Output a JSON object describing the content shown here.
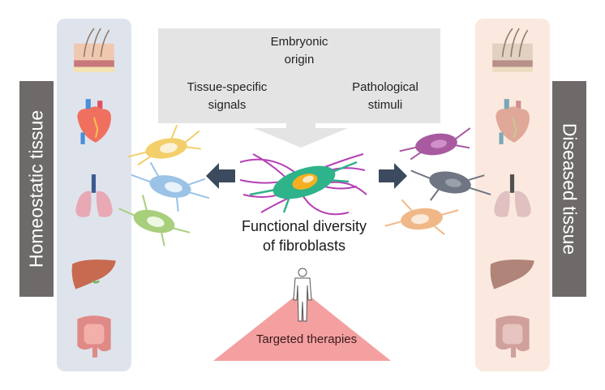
{
  "figure": {
    "influences": {
      "top": [
        "Embryonic",
        "origin"
      ],
      "left": [
        "Tissue-specific",
        "signals"
      ],
      "right": [
        "Pathological",
        "stimuli"
      ]
    },
    "center_caption": [
      "Functional diversity",
      "of fibroblasts"
    ],
    "therapy_label": "Targeted therapies",
    "left_panel": {
      "title": "Homeostatic tissue",
      "organs": [
        "skin",
        "heart",
        "lung",
        "liver",
        "intestine"
      ],
      "fibroblast_colors": [
        "#f2cf6a",
        "#9cc3e6",
        "#a8cf7c"
      ]
    },
    "right_panel": {
      "title": "Diseased tissue",
      "organs": [
        "skin",
        "heart",
        "lung",
        "liver",
        "intestine"
      ],
      "fibroblast_colors": [
        "#a85aa0",
        "#6f7582",
        "#f0b888"
      ]
    },
    "colors": {
      "homeostatic_panel": "#dfe4ec",
      "diseased_panel": "#fbe9df",
      "label_bar": "#6f6a6a",
      "arrow": "#3b4a5e",
      "influence_box": "#e4e4e4",
      "therapy_triangle": "#f4a0a0",
      "central_cell": "#2fb38a",
      "ecm_fibers": "#b53fb5"
    }
  }
}
